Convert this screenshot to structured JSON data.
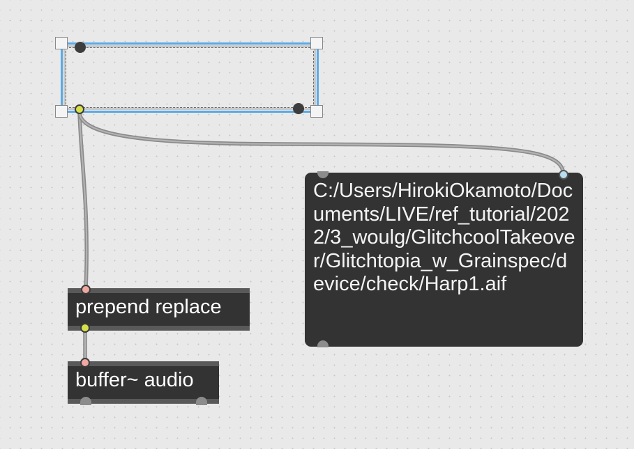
{
  "canvas": {
    "background": "#e9e9e9",
    "grid_color": "#c6c6c6"
  },
  "objects": {
    "prepend": {
      "text": "prepend replace"
    },
    "buffer": {
      "text": "buffer~ audio"
    }
  },
  "message": {
    "text": "C:/Users/HirokiOkamoto/Documents/LIVE/ref_tutorial/2022/3_woulg/GlitchcoolTakeover/Glitchtopia_w_Grainspec/device/check/Harp1.aif"
  },
  "colors": {
    "selection": "#5aa9e6",
    "object_body": "#333333",
    "patch_cord": "#8a8a8a",
    "inlet": "#f0a8a0",
    "outlet": "#d6e04a"
  }
}
